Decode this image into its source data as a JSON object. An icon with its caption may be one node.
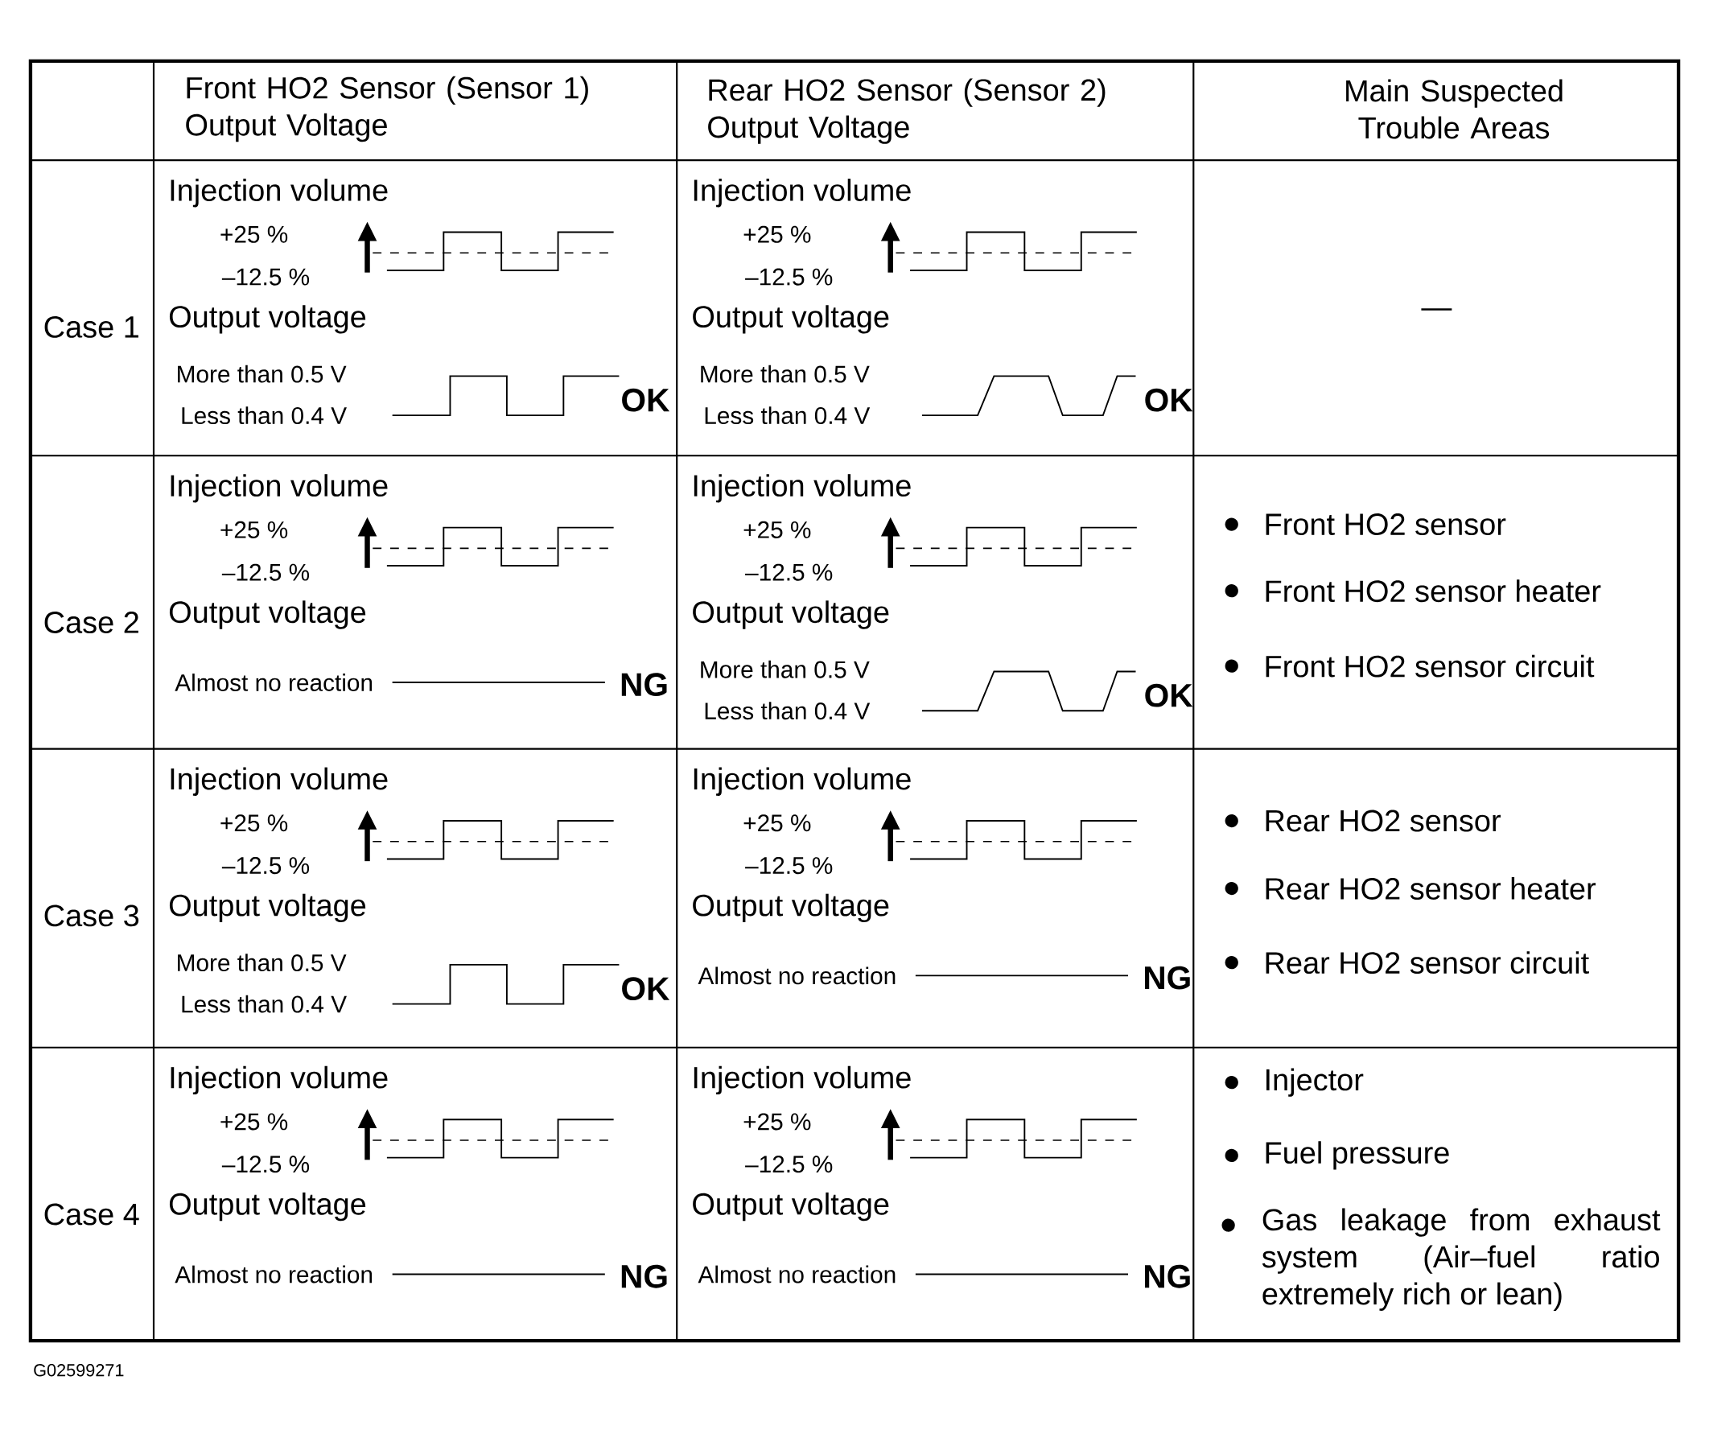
{
  "diagram": {
    "labels": [
      "Front HO2 Sensor (Sensor 1) Output Voltage",
      "Rear HO2 Sensor (Sensor 2) Output Voltage",
      "Main Suspected Trouble Areas",
      "Case 1",
      "Injection volume",
      "+25 %",
      "–12.5 %",
      "Output voltage",
      "More than 0.5 V",
      "Less than 0.4 V",
      "OK",
      "Injection volume",
      "+25 %",
      "–12.5 %",
      "Output voltage",
      "More than 0.5 V",
      "Less than 0.4 V",
      "OK",
      "—",
      "Case 2",
      "Injection volume",
      "+25 %",
      "–12.5 %",
      "Output voltage",
      "Almost no reaction",
      "NG",
      "Injection volume",
      "+25 %",
      "–12.5 %",
      "Output voltage",
      "More than 0.5 V",
      "Less than 0.4 V",
      "OK",
      "Front HO2 sensor",
      "Front HO2 sensor heater",
      "Front HO2 sensor circuit",
      "Case 3",
      "Injection volume",
      "+25 %",
      "–12.5 %",
      "Output voltage",
      "More than 0.5 V",
      "Less than 0.4 V",
      "OK",
      "Injection volume",
      "+25 %",
      "–12.5 %",
      "Output voltage",
      "Almost no reaction",
      "NG",
      "Rear HO2 sensor",
      "Rear HO2 sensor heater",
      "Rear HO2 sensor circuit",
      "Case 4",
      "Injection volume",
      "+25 %",
      "–12.5 %",
      "Output voltage",
      "Almost no reaction",
      "NG",
      "Injection volume",
      "+25 %",
      "–12.5 %",
      "Output voltage",
      "Almost no reaction",
      "NG",
      "Injector",
      "Fuel pressure",
      "Gas leakage from exhaust system (Air–fuel ratio extremely rich or lean)",
      "G02599271"
    ]
  }
}
